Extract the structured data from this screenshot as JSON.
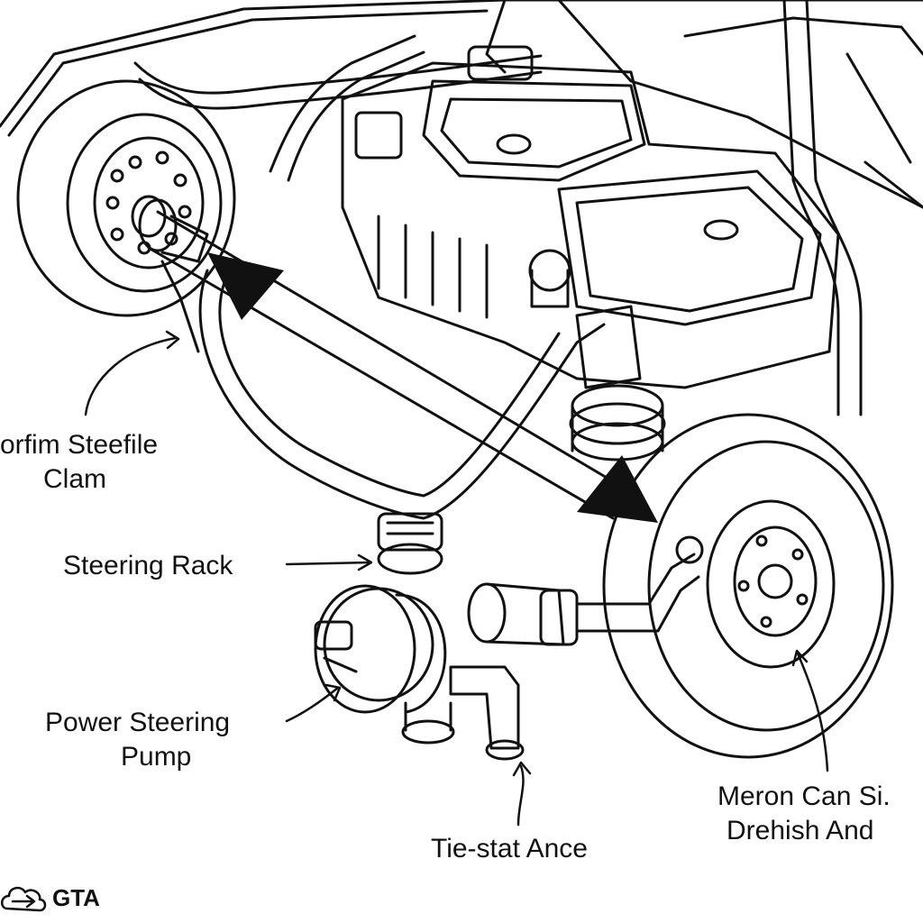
{
  "labels": {
    "top_left_line1": "orfim Steefile",
    "top_left_line2": "Clam",
    "steering_rack": "Steering Rack",
    "power_pump_line1": "Power Steering",
    "power_pump_line2": "Pump",
    "tie_stat": "Tie-stat Ance",
    "right_line1": "Meron Can Si.",
    "right_line2": "Drehish And"
  },
  "logo": {
    "icon": "cloud-icon",
    "text": "GTA"
  },
  "colors": {
    "ink": "#111111",
    "background": "#ffffff"
  }
}
